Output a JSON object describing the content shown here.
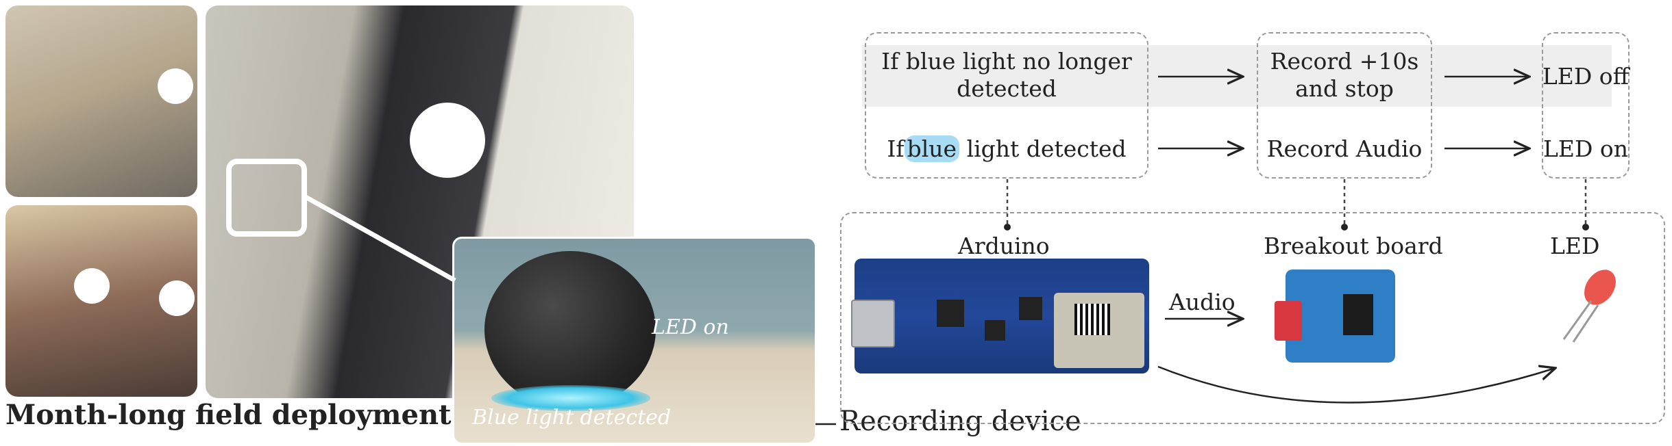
{
  "captions": {
    "field": "Month-long field deployment",
    "device": "Recording device"
  },
  "photo_labels": {
    "led_on": "LED on",
    "blue_light": "Blue light detected"
  },
  "flow": {
    "row_top": {
      "condition": [
        "If blue light no longer",
        "detected"
      ],
      "action": [
        "Record +10s",
        "and stop"
      ],
      "output": "LED off"
    },
    "row_bottom": {
      "condition_prefix": "If",
      "condition_highlight": "blue",
      "condition_suffix": "light detected",
      "action": "Record Audio",
      "output": "LED on"
    }
  },
  "components": {
    "arduino": "Arduino",
    "breakout": "Breakout board",
    "led": "LED",
    "audio": "Audio"
  },
  "colors": {
    "highlight": "#a8dcf5",
    "dashed": "#9a9a9a",
    "band": "#eeeeee",
    "board_blue": "#23489a",
    "breakout_blue": "#2f7fc6",
    "led_red": "#e8433a"
  }
}
